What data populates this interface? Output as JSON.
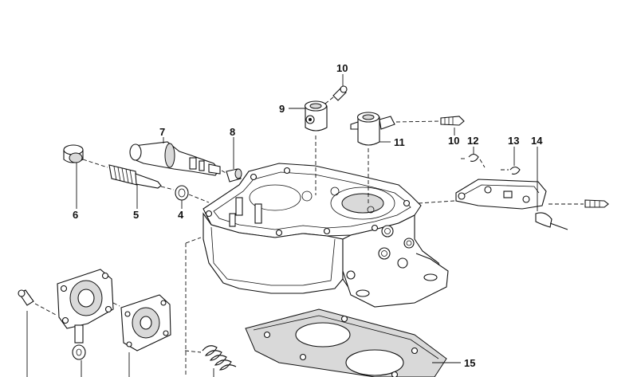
{
  "labels": {
    "p10a": "10",
    "p9": "9",
    "p7": "7",
    "p8": "8",
    "p11": "11",
    "p10b": "10",
    "p12": "12",
    "p13": "13",
    "p14": "14",
    "p6": "6",
    "p5": "5",
    "p4": "4",
    "p15": "15"
  }
}
